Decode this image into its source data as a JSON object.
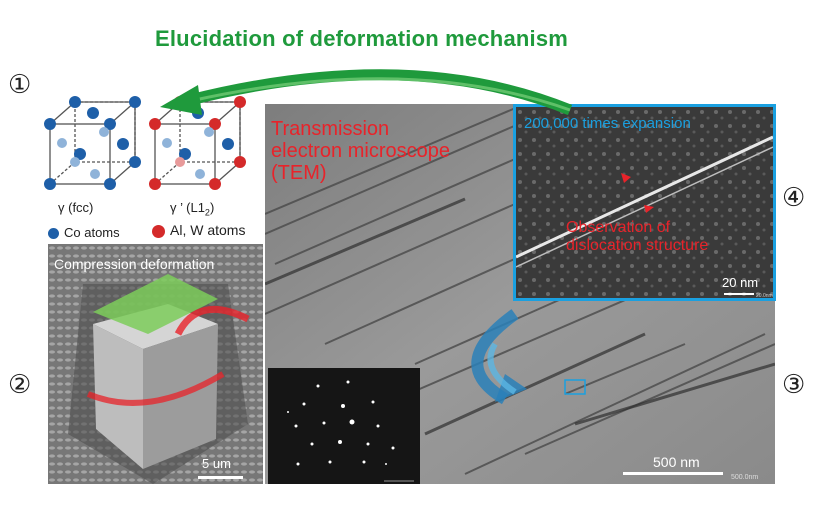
{
  "title": "Elucidation of deformation mechanism",
  "numbers": {
    "n1": "①",
    "n2": "②",
    "n3": "③",
    "n4": "④"
  },
  "crystal": {
    "fcc_label": "γ (fcc)",
    "l12_label": "γ ’ (L1",
    "l12_sub": "2",
    "l12_close": ")",
    "legend_co": "Co atoms",
    "legend_alw": "Al, W atoms"
  },
  "sem": {
    "label": "Compression deformation",
    "scale": "5 um"
  },
  "tem": {
    "label_line1": "Transmission",
    "label_line2": "electron microscope",
    "label_line3": "(TEM)",
    "scale": "500 nm",
    "scale_small": "500.0nm"
  },
  "zoom": {
    "label": "200,000 times expansion",
    "obs_line1": "Observation of",
    "obs_line2": "dislocation structure",
    "scale": "20 nm",
    "scale_small": "20.0nm"
  },
  "colors": {
    "green": "#1f9a3c",
    "blue": "#1aa0e0",
    "red": "#e8232a",
    "co": "#1e5fa8",
    "alw": "#d42a2a"
  }
}
